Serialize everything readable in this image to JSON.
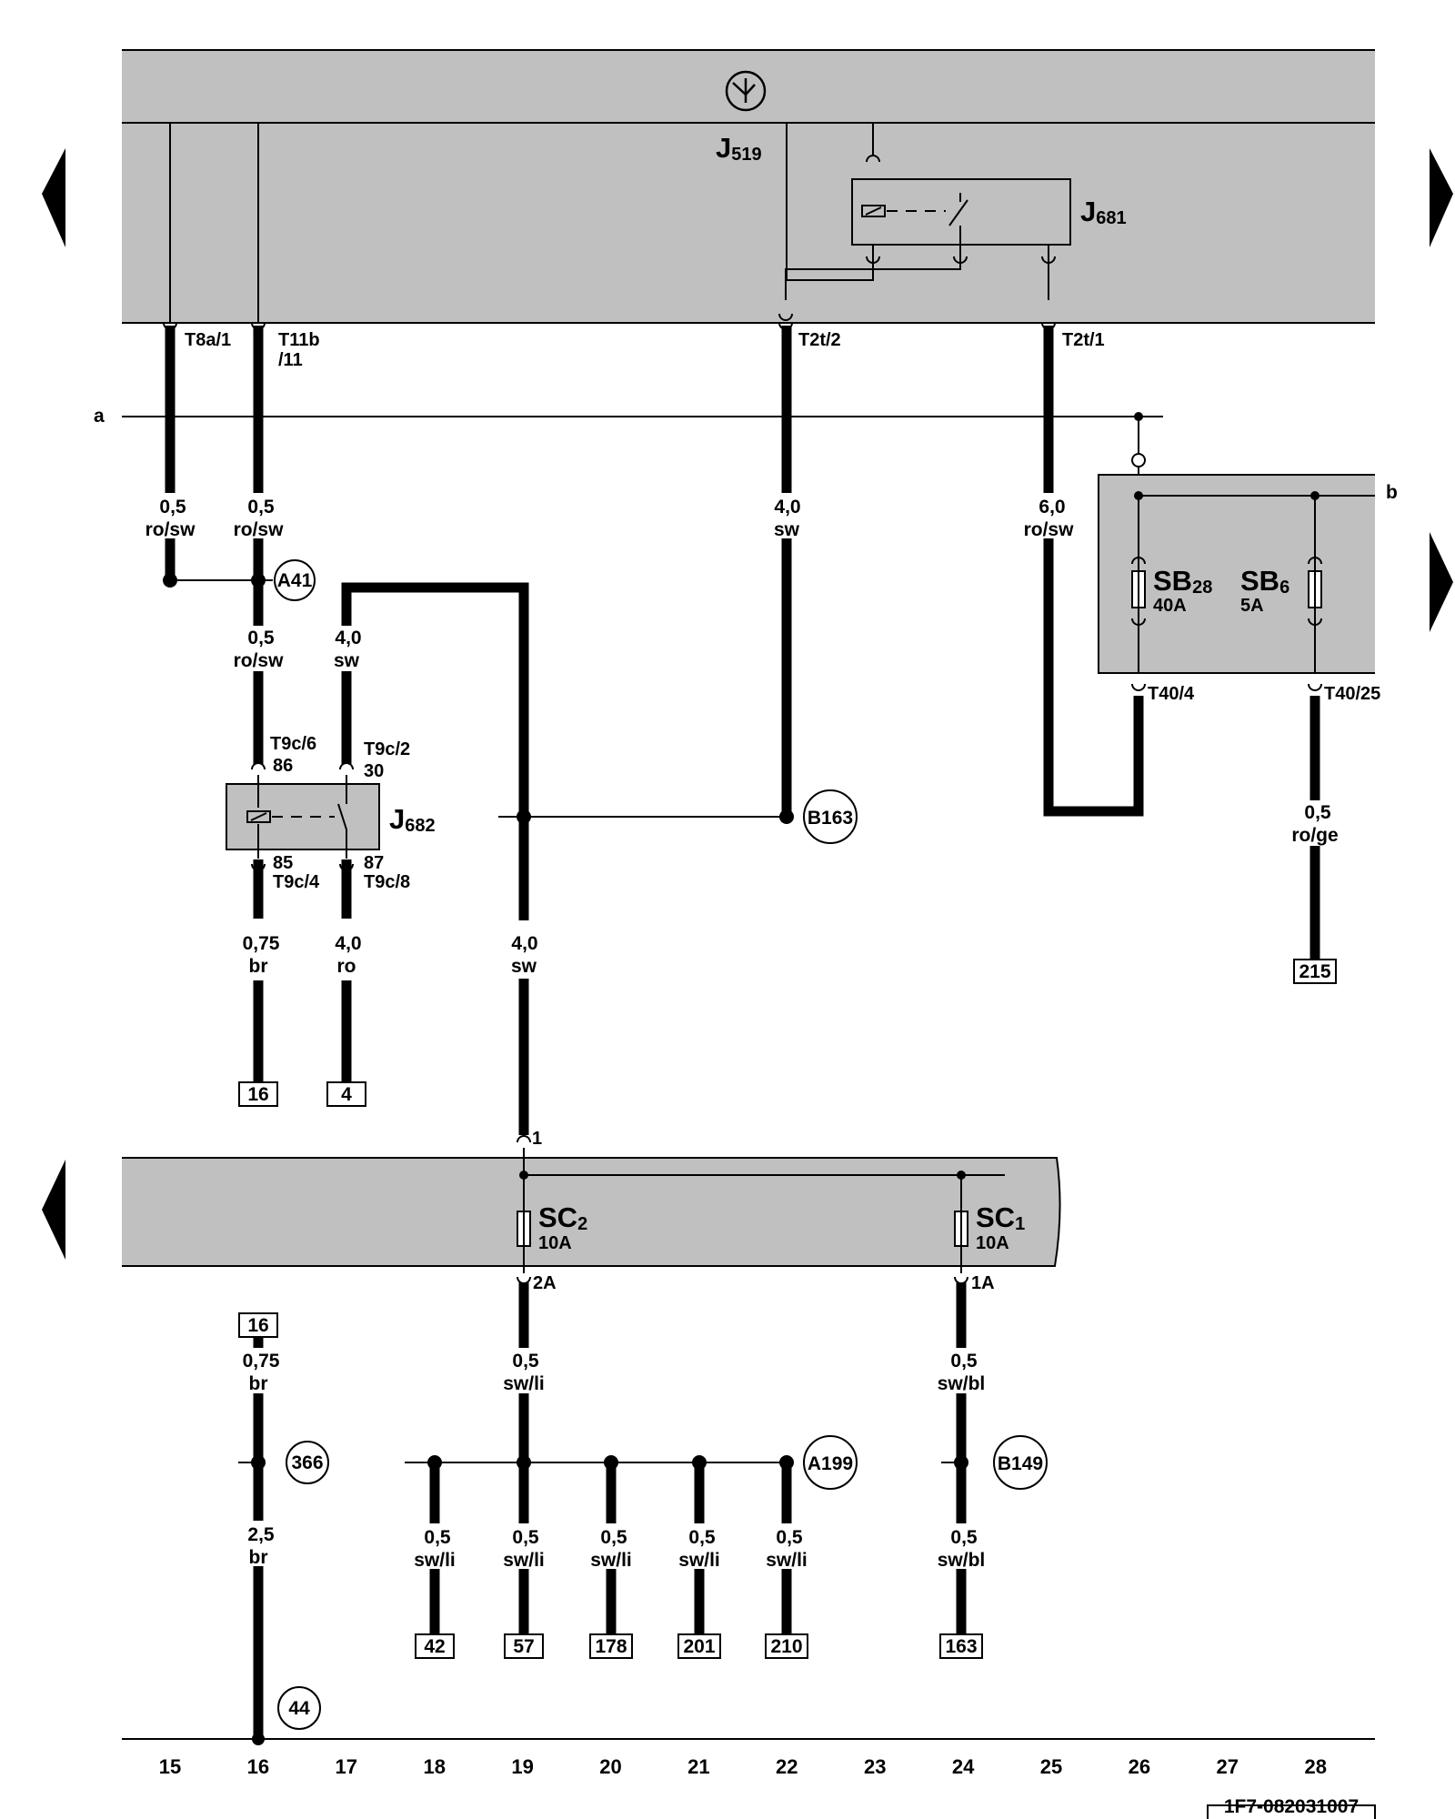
{
  "units": {
    "J519": {
      "letter": "J",
      "sub": "519"
    },
    "J681": {
      "letter": "J",
      "sub": "681"
    },
    "J682": {
      "letter": "J",
      "sub": "682"
    },
    "SB28": {
      "letter": "SB",
      "sub": "28",
      "rating": "40A"
    },
    "SB6": {
      "letter": "SB",
      "sub": "6",
      "rating": "5A"
    },
    "SC2": {
      "letter": "SC",
      "sub": "2",
      "rating": "10A"
    },
    "SC1": {
      "letter": "SC",
      "sub": "1",
      "rating": "10A"
    }
  },
  "pins": {
    "t8a_1": "T8a/1",
    "t11b_11_a": "T11b",
    "t11b_11_b": "/11",
    "t2t_2": "T2t/2",
    "t2t_1": "T2t/1",
    "t40_4": "T40/4",
    "t40_25": "T40/25",
    "t9c_6": "T9c/6",
    "p86": "86",
    "t9c_2": "T9c/2",
    "p30": "30",
    "p85": "85",
    "t9c_4": "T9c/4",
    "p87": "87",
    "t9c_8": "T9c/8",
    "p1": "1",
    "p2a": "2A",
    "p1a": "1A"
  },
  "line_labels": {
    "a": "a",
    "b": "b"
  },
  "wires": {
    "w15a": {
      "size": "0,5",
      "color": "ro/sw"
    },
    "w16a": {
      "size": "0,5",
      "color": "ro/sw"
    },
    "w16b": {
      "size": "0,5",
      "color": "ro/sw"
    },
    "w17a": {
      "size": "4,0",
      "color": "sw"
    },
    "w22a": {
      "size": "4,0",
      "color": "sw"
    },
    "w25a": {
      "size": "6,0",
      "color": "ro/sw"
    },
    "w28a": {
      "size": "0,5",
      "color": "ro/ge"
    },
    "w16c": {
      "size": "0,75",
      "color": "br"
    },
    "w17c": {
      "size": "4,0",
      "color": "ro"
    },
    "w19a": {
      "size": "4,0",
      "color": "sw"
    },
    "w19b": {
      "size": "0,5",
      "color": "sw/li"
    },
    "w24b": {
      "size": "0,5",
      "color": "sw/bl"
    },
    "w16d": {
      "size": "0,75",
      "color": "br"
    },
    "w16e": {
      "size": "2,5",
      "color": "br"
    },
    "w18f": {
      "size": "0,5",
      "color": "sw/li"
    },
    "w19f": {
      "size": "0,5",
      "color": "sw/li"
    },
    "w20f": {
      "size": "0,5",
      "color": "sw/li"
    },
    "w21f": {
      "size": "0,5",
      "color": "sw/li"
    },
    "w22f": {
      "size": "0,5",
      "color": "sw/li"
    },
    "w24f": {
      "size": "0,5",
      "color": "sw/bl"
    }
  },
  "connection_points": {
    "A41": "A41",
    "B163": "B163",
    "c366": "366",
    "A199": "A199",
    "B149": "B149",
    "c44": "44"
  },
  "references": {
    "r215": "215",
    "r16a": "16",
    "r4": "4",
    "r16b": "16",
    "r42": "42",
    "r57": "57",
    "r178": "178",
    "r201": "201",
    "r210": "210",
    "r163": "163"
  },
  "ruler": [
    "15",
    "16",
    "17",
    "18",
    "19",
    "20",
    "21",
    "22",
    "23",
    "24",
    "25",
    "26",
    "27",
    "28"
  ],
  "drawing_id": "1F7-082031007",
  "icons": [
    "ground-symbol-icon",
    "fuse-icon",
    "relay-coil-icon",
    "switch-contact-icon",
    "continuation-arrow-icon"
  ],
  "colors": {
    "module_fill": "#c0c0c0",
    "line": "#000000",
    "background": "#ffffff"
  }
}
